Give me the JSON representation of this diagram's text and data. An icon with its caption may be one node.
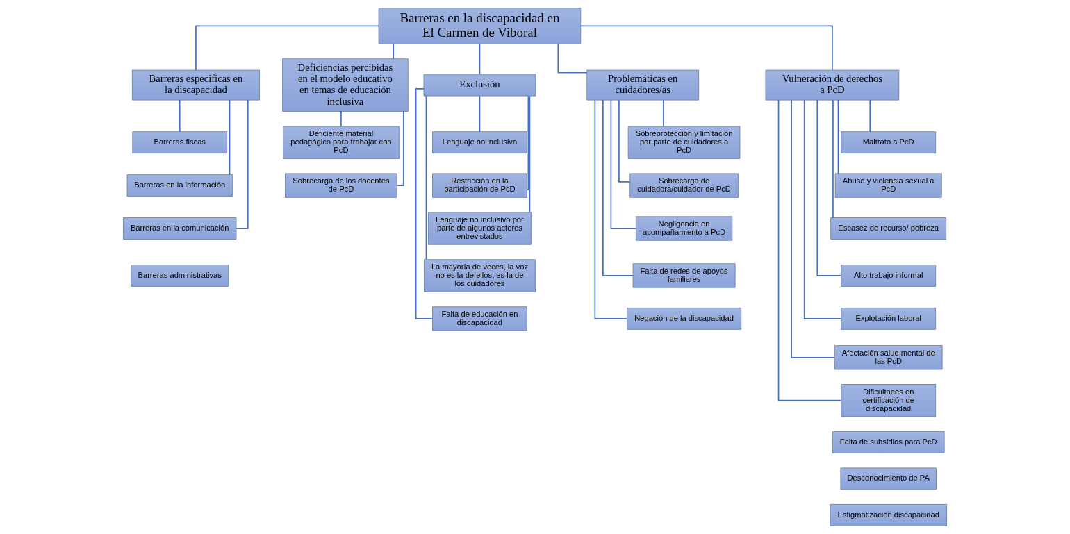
{
  "diagram": {
    "nodes": [
      {
        "text": [
          "Barreras en la discapacidad en El Carmen de Viboral"
        ]
      },
      {
        "text": [
          "Barreras especificas en la discapacidad"
        ]
      },
      {
        "text": [
          "Barreras fiscas"
        ]
      },
      {
        "text": [
          "Barreras en la información"
        ]
      },
      {
        "text": [
          "Barreras en la comunicación"
        ]
      },
      {
        "text": [
          "Barreras administrativas"
        ]
      },
      {
        "text": [
          "Deficiencias percibidas en el modelo educativo en temas de educación inclusiva"
        ]
      },
      {
        "text": [
          "Deficiente material pedagógico para trabajar con PcD"
        ]
      },
      {
        "text": [
          "Sobrecarga de los docentes de PcD"
        ]
      },
      {
        "text": [
          "Exclusión"
        ]
      },
      {
        "text": [
          "Lenguaje no inclusivo"
        ]
      },
      {
        "text": [
          "Restricción en la participación de PcD"
        ]
      },
      {
        "text": [
          "Lenguaje no inclusivo por parte de algunos actores entrevistados"
        ]
      },
      {
        "text": [
          "La mayoría de veces, la voz no es la de ellos, es la de los cuidadores"
        ]
      },
      {
        "text": [
          "Falta de educación en discapacidad"
        ]
      },
      {
        "text": [
          "Problemáticas en cuidadores/as"
        ]
      },
      {
        "text": [
          "Sobreprotección y limitación por parte de cuidadores a PcD"
        ]
      },
      {
        "text": [
          "Sobrecarga de cuidadora/cuidador de PcD"
        ]
      },
      {
        "text": [
          "Negligencia en acompañamiento a PcD"
        ]
      },
      {
        "text": [
          "Falta de redes de apoyos familiares"
        ]
      },
      {
        "text": [
          "Negación de la discapacidad"
        ]
      },
      {
        "text": [
          "Vulneración de derechos a PcD"
        ]
      },
      {
        "text": [
          "Maltrato a PcD"
        ]
      },
      {
        "text": [
          "Abuso y violencia sexual a PcD"
        ]
      },
      {
        "text": [
          "Escasez de recurso/ pobreza"
        ]
      },
      {
        "text": [
          "Alto trabajo informal"
        ]
      },
      {
        "text": [
          "Explotación laboral"
        ]
      },
      {
        "text": [
          "Afectación salud mental de las PcD"
        ]
      },
      {
        "text": [
          "Dificultades en certificación de discapacidad"
        ]
      },
      {
        "text": [
          "Falta de subsidios para PcD"
        ]
      },
      {
        "text": [
          "Desconocimiento de PA"
        ]
      },
      {
        "text": [
          "Estigmatización discapacidad"
        ]
      }
    ],
    "edges": [
      {
        "from": 0,
        "to": 1,
        "arrow": "none"
      },
      {
        "from": 0,
        "to": 6,
        "arrow": "none"
      },
      {
        "from": 0,
        "to": 9,
        "arrow": "none"
      },
      {
        "from": 0,
        "to": 15,
        "arrow": "none"
      },
      {
        "from": 0,
        "to": 21,
        "arrow": "none"
      },
      {
        "from": 1,
        "to": 2,
        "arrow": "none"
      },
      {
        "from": 1,
        "to": 3,
        "arrow": "none"
      },
      {
        "from": 1,
        "to": 4,
        "arrow": "none"
      },
      {
        "from": 6,
        "to": 7,
        "arrow": "none"
      },
      {
        "from": 6,
        "to": 8,
        "arrow": "none"
      },
      {
        "from": 9,
        "to": 10,
        "arrow": "none"
      },
      {
        "from": 9,
        "to": 11,
        "arrow": "none"
      },
      {
        "from": 9,
        "to": 12,
        "arrow": "none"
      },
      {
        "from": 9,
        "to": 13,
        "arrow": "none"
      },
      {
        "from": 9,
        "to": 14,
        "arrow": "none"
      },
      {
        "from": 15,
        "to": 16,
        "arrow": "none"
      },
      {
        "from": 15,
        "to": 17,
        "arrow": "none"
      },
      {
        "from": 15,
        "to": 18,
        "arrow": "none"
      },
      {
        "from": 15,
        "to": 19,
        "arrow": "none"
      },
      {
        "from": 15,
        "to": 20,
        "arrow": "none"
      },
      {
        "from": 21,
        "to": 22,
        "arrow": "none"
      },
      {
        "from": 21,
        "to": 23,
        "arrow": "none"
      },
      {
        "from": 21,
        "to": 24,
        "arrow": "none"
      },
      {
        "from": 21,
        "to": 25,
        "arrow": "none"
      },
      {
        "from": 21,
        "to": 26,
        "arrow": "none"
      },
      {
        "from": 21,
        "to": 27,
        "arrow": "none"
      },
      {
        "from": 21,
        "to": 28,
        "arrow": "none"
      }
    ]
  }
}
